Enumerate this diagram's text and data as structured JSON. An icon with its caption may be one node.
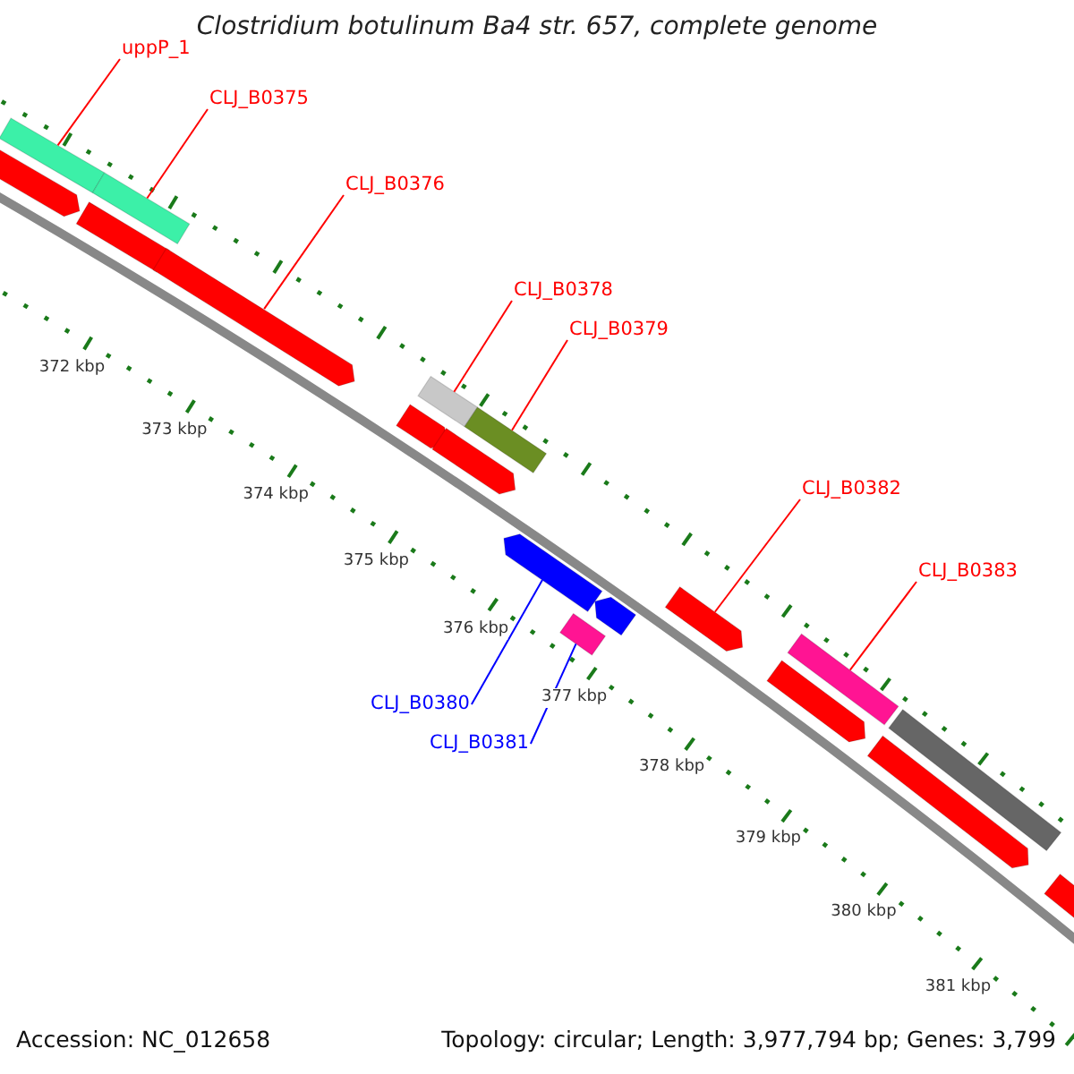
{
  "diagram": {
    "title": "Clostridium botulinum Ba4 str. 657, complete genome",
    "nodes": [
      {
        "text": [
          "uppP_1"
        ]
      },
      {
        "text": [
          "CLJ_B0375"
        ]
      },
      {
        "text": [
          "CLJ_B0376"
        ]
      },
      {
        "text": [
          "CLJ_B0378"
        ]
      },
      {
        "text": [
          "CLJ_B0379"
        ]
      },
      {
        "text": [
          "CLJ_B0382"
        ]
      },
      {
        "text": [
          "CLJ_B0383"
        ]
      },
      {
        "text": [
          "CLJ_B0380"
        ]
      },
      {
        "text": [
          "CLJ_B0381"
        ]
      },
      {
        "text": [],
        "shape": "bar"
      },
      {
        "text": [],
        "shape": "arrow"
      },
      {
        "text": [],
        "shape": "bar"
      },
      {
        "text": [],
        "shape": "arrow"
      },
      {
        "text": [],
        "shape": "arrow"
      },
      {
        "text": [],
        "shape": "bar"
      },
      {
        "text": [],
        "shape": "arrow"
      },
      {
        "text": [],
        "shape": "bar"
      },
      {
        "text": [],
        "shape": "arrow"
      },
      {
        "text": [],
        "shape": "arrow"
      },
      {
        "text": [],
        "shape": "bar"
      },
      {
        "text": [],
        "shape": "arrow"
      },
      {
        "text": [],
        "shape": "arrow"
      },
      {
        "text": [],
        "shape": "arrow"
      },
      {
        "text": [],
        "shape": "bar"
      },
      {
        "text": [],
        "shape": "arrow"
      },
      {
        "text": [],
        "shape": "bar"
      },
      {
        "text": [],
        "shape": "arrow"
      }
    ],
    "edges": [
      {
        "from": 0,
        "to": 9,
        "arrow": "none"
      },
      {
        "from": 1,
        "to": 11,
        "arrow": "none"
      },
      {
        "from": 2,
        "to": 13,
        "arrow": "none"
      },
      {
        "from": 3,
        "to": 14,
        "arrow": "none"
      },
      {
        "from": 4,
        "to": 16,
        "arrow": "none"
      },
      {
        "from": 5,
        "to": 21,
        "arrow": "none"
      },
      {
        "from": 6,
        "to": 23,
        "arrow": "none"
      },
      {
        "from": 7,
        "to": 18,
        "arrow": "none",
        "color": "#0000ff"
      },
      {
        "from": 8,
        "to": 19,
        "arrow": "none",
        "color": "#0000ff"
      }
    ],
    "labels": [
      "372 kbp",
      "373 kbp",
      "374 kbp",
      "375 kbp",
      "376 kbp",
      "377 kbp",
      "378 kbp",
      "379 kbp",
      "380 kbp",
      "381 kbp",
      "Accession: NC_012658",
      "Topology: circular; Length: 3,977,794 bp; Genes: 3,799"
    ]
  }
}
